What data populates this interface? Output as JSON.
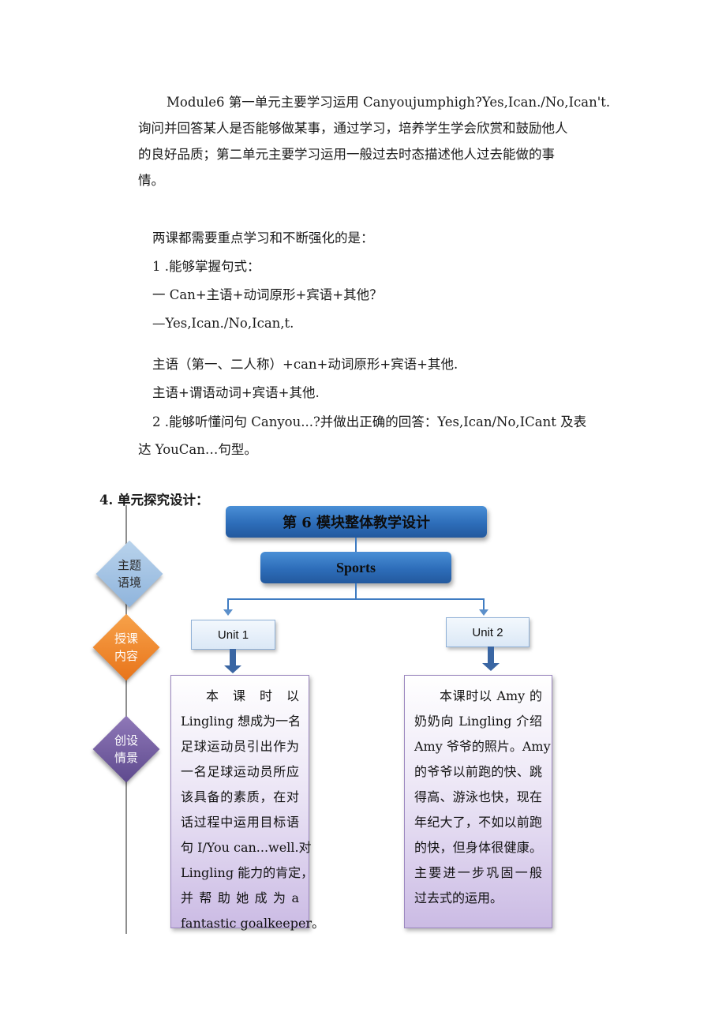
{
  "intro": {
    "lines": [
      "Module6 第一单元主要学习运用 Canyoujumphigh?Yes,Ican./No,Ican't.",
      "询问并回答某人是否能够做某事，通过学习，培养学生学会欣赏和鼓励他人",
      "的良好品质；第二单元主要学习运用一般过去时态描述他人过去能做的事",
      "情。"
    ]
  },
  "key_points": {
    "lead": "两课都需要重点学习和不断强化的是：",
    "item1": "1  .能够掌握句式：",
    "q1": "一 Can+主语+动词原形+宾语+其他？",
    "a1": "—Yes,Ican./No,Ican,t.",
    "s1": "主语（第一、二人称）+can+动词原形+宾语+其他.",
    "s2": "主语+谓语动词+宾语+其他.",
    "item2_line1": "2   .能够听懂问句 Canyou...?并做出正确的回答：Yes,Ican/No,ICant 及表",
    "item2_line2": "达 YouCan…句型。"
  },
  "section4_heading": "4. 单元探究设计：",
  "diagram": {
    "title": "第 6 模块整体教学设计",
    "theme": "Sports",
    "diamonds": [
      {
        "line1": "主题",
        "line2": "语境"
      },
      {
        "line1": "授课",
        "line2": "内容"
      },
      {
        "line1": "创设",
        "line2": "情景"
      }
    ],
    "unit1": {
      "label": "Unit 1",
      "lines": [
        "本  课  时  以",
        "Lingling 想成为一名",
        "足球运动员引出作为",
        "一名足球运动员所应",
        "该具备的素质，在对",
        "话过程中运用目标语",
        "句 I/You can...well.对",
        "Lingling 能力的肯定，",
        "并 帮 助 她 成 为  a",
        "fantastic goalkeeper。"
      ]
    },
    "unit2": {
      "label": "Unit 2",
      "lines": [
        "本课时以 Amy 的",
        "奶奶向 Lingling 介绍",
        "Amy 爷爷的照片。Amy",
        "的爷爷以前跑的快、跳",
        "得高、游泳也快，现在",
        "年纪大了，不如以前跑",
        "的快，但身体很健康。",
        "主要进一步巩固一般",
        "过去式的运用。"
      ]
    },
    "colors": {
      "title_blue": "#2d6db9",
      "diamond_theme": "#a5c4e6",
      "diamond_content": "#ee8425",
      "diamond_scene": "#6f5aa0",
      "content_box_purple": "#cbbbe4"
    }
  }
}
